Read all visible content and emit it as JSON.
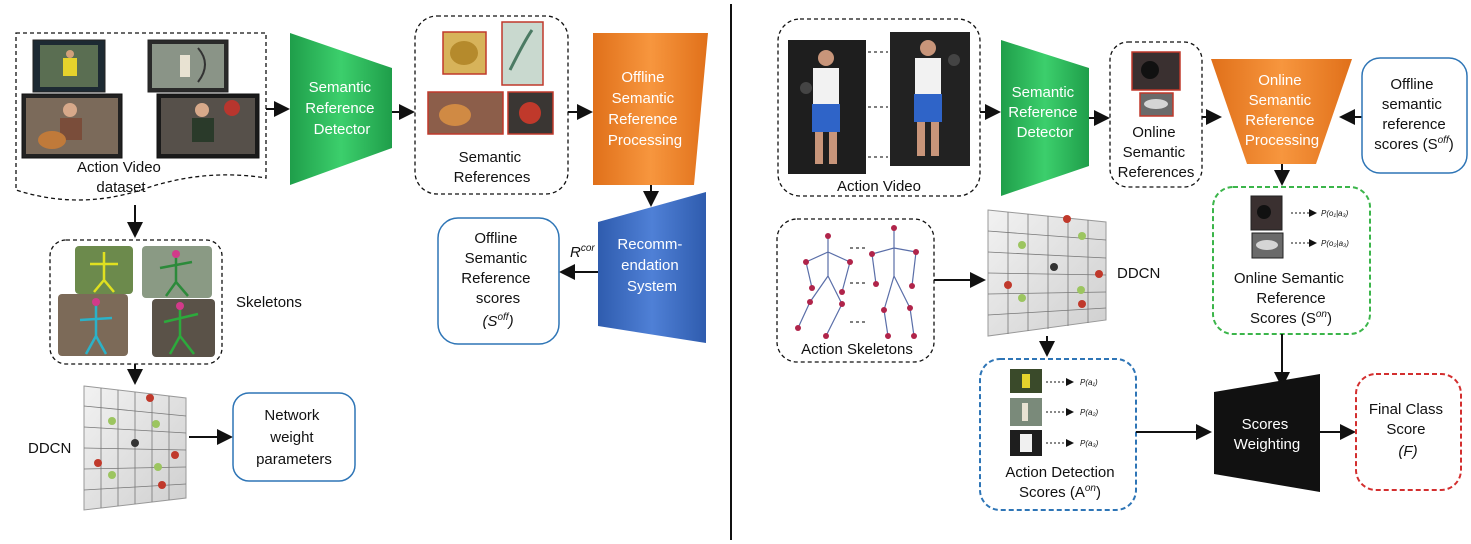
{
  "left": {
    "video_dataset": [
      "Action Video",
      "dataset"
    ],
    "semantic_reference_detector": [
      "Semantic",
      "Reference",
      "Detector"
    ],
    "semantic_references": [
      "Semantic",
      "References"
    ],
    "offline_processing": [
      "Offline",
      "Semantic",
      "Reference",
      "Processing"
    ],
    "skeletons": "Skeletons",
    "recommendation_system": [
      "Recomm-",
      "endation",
      "System"
    ],
    "r_cor_base": "R",
    "r_cor_sup": "cor",
    "offline_scores": [
      "Offline",
      "Semantic",
      "Reference",
      "scores"
    ],
    "offline_scores_sym_open": "(S",
    "offline_scores_sym_sup": "off",
    "offline_scores_sym_close": ")",
    "ddcn": "DDCN",
    "network_weights": [
      "Network",
      "weight",
      "parameters"
    ]
  },
  "right": {
    "action_video": "Action Video",
    "semantic_reference_detector": [
      "Semantic",
      "Reference",
      "Detector"
    ],
    "online_references": [
      "Online",
      "Semantic",
      "References"
    ],
    "online_processing": [
      "Online",
      "Semantic",
      "Reference",
      "Processing"
    ],
    "offline_scores_lines": [
      "Offline",
      "semantic",
      "reference"
    ],
    "offline_scores_last_pre": "scores (S",
    "offline_scores_sup": "off",
    "offline_scores_last_post": ")",
    "action_skeletons": "Action Skeletons",
    "ddcn": "DDCN",
    "prob_o1": "P(o₁|a₃)",
    "prob_o2": "P(o₂|a₃)",
    "online_scores_lines": [
      "Online Semantic",
      "Reference"
    ],
    "online_scores_last_pre": "Scores (S",
    "online_scores_sup": "on",
    "online_scores_last_post": ")",
    "prob_a1": "P(a₁)",
    "prob_a2": "P(a₂)",
    "prob_a3": "P(a₃)",
    "detection_scores_line1": "Action Detection",
    "detection_scores_pre": "Scores (A",
    "detection_scores_sup": "on",
    "detection_scores_post": ")",
    "scores_weighting": [
      "Scores",
      "Weighting"
    ],
    "final_score": [
      "Final Class",
      "Score",
      "(F)"
    ]
  },
  "colors": {
    "detector_green": "#2bb65a",
    "offline_orange": "#f0842a",
    "recommendation_blue": "#3f6fc4",
    "score_box_blue": "#2e75b6",
    "online_green": "#3bb54a",
    "detection_blue": "#2e75b6",
    "final_red": "#d32f2f",
    "weighting_black": "#111111"
  },
  "icons": [
    "video-thumbnail-icon",
    "skeleton-icon",
    "ddcn-grid-icon",
    "object-thumbnail-icon"
  ]
}
